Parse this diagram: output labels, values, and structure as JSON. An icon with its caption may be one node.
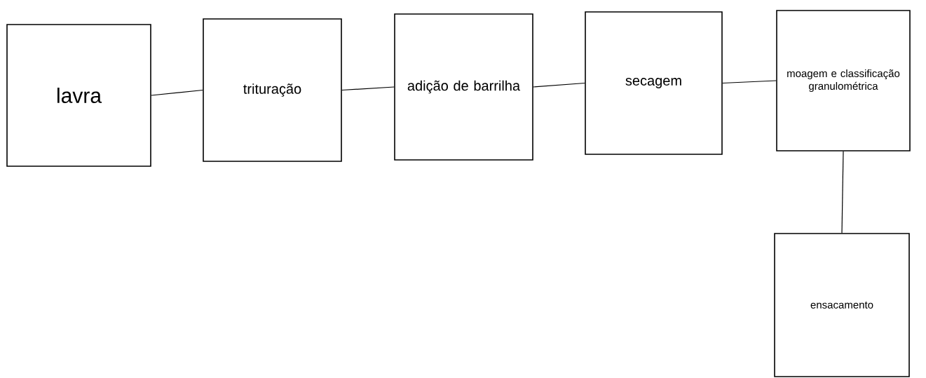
{
  "diagram": {
    "nodes": [
      {
        "text": [
          "lavra"
        ]
      },
      {
        "text": [
          "trituração"
        ]
      },
      {
        "text": [
          "adição de barrilha"
        ]
      },
      {
        "text": [
          "secagem"
        ]
      },
      {
        "text": [
          "moagem e classificação granulométrica"
        ]
      },
      {
        "text": [
          "ensacamento"
        ]
      }
    ],
    "edges": [
      {
        "from": 0,
        "to": 1,
        "arrow": "none"
      },
      {
        "from": 1,
        "to": 2,
        "arrow": "none"
      },
      {
        "from": 2,
        "to": 3,
        "arrow": "none"
      },
      {
        "from": 3,
        "to": 4,
        "arrow": "none"
      },
      {
        "from": 4,
        "to": 5,
        "arrow": "none"
      }
    ]
  }
}
